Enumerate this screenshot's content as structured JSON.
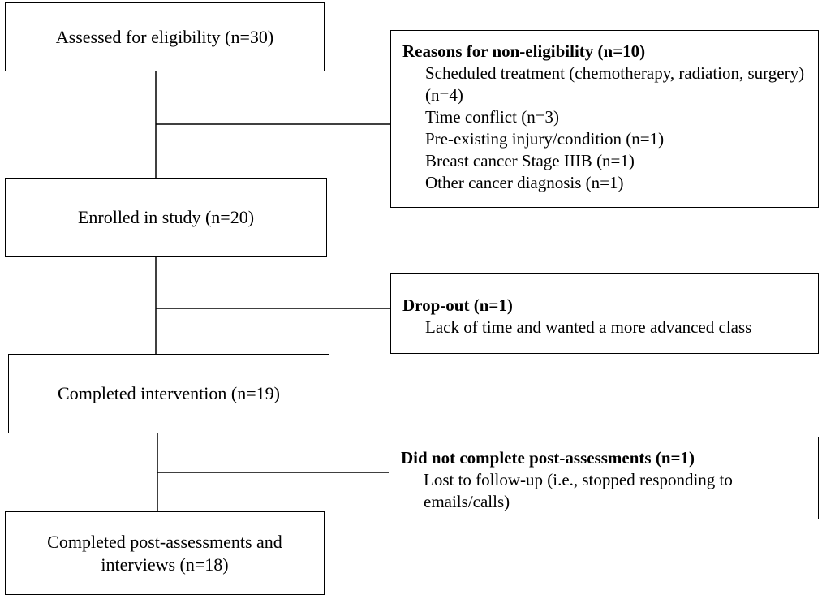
{
  "flow": {
    "assessed": "Assessed for eligibility (n=30)",
    "enrolled": "Enrolled in study (n=20)",
    "completed_intervention": "Completed intervention (n=19)",
    "completed_post": "Completed post-assessments and interviews (n=18)"
  },
  "exclusions": {
    "non_eligibility": {
      "title": "Reasons for non-eligibility (n=10)",
      "items": [
        "Scheduled treatment (chemotherapy, radiation, surgery) (n=4)",
        "Time conflict (n=3)",
        "Pre-existing injury/condition (n=1)",
        "Breast cancer Stage IIIB (n=1)",
        "Other cancer diagnosis (n=1)"
      ]
    },
    "dropout": {
      "title": "Drop-out (n=1)",
      "items": [
        "Lack of time and wanted a more advanced class"
      ]
    },
    "post_incomplete": {
      "title": "Did not complete post-assessments (n=1)",
      "items": [
        "Lost to follow-up (i.e., stopped responding to emails/calls)"
      ]
    }
  }
}
